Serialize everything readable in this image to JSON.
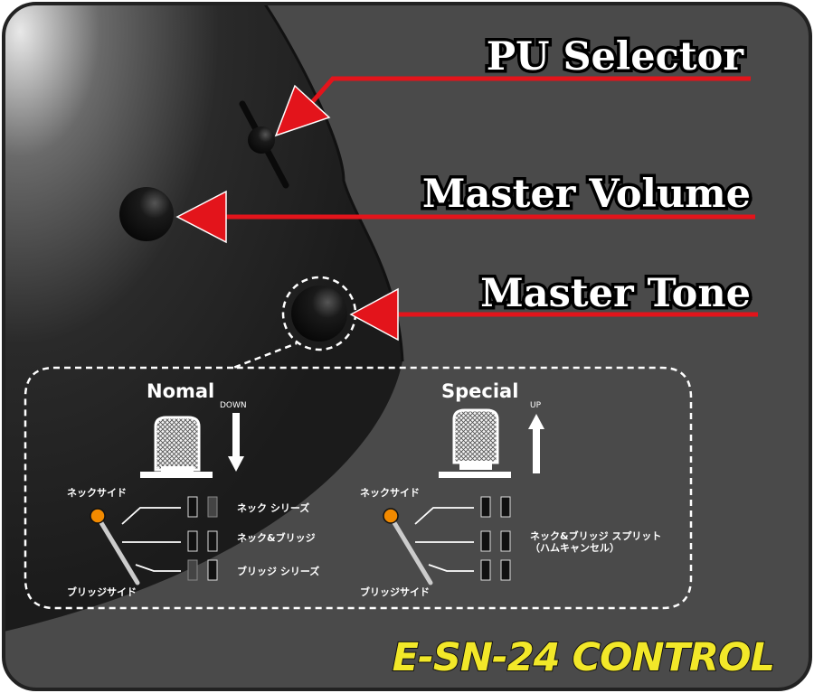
{
  "callouts": {
    "pu_selector": "PU Selector",
    "master_volume": "Master Volume",
    "master_tone": "Master Tone"
  },
  "modes": {
    "normal": {
      "title": "Nomal",
      "direction": "DOWN",
      "neck_side": "ネックサイド",
      "bridge_side": "ブリッジサイド",
      "positions": [
        "ネック シリーズ",
        "ネック&ブリッジ",
        "ブリッジ シリーズ"
      ]
    },
    "special": {
      "title": "Special",
      "direction": "UP",
      "neck_side": "ネックサイド",
      "bridge_side": "ブリッジサイド",
      "positions": [
        "ネック&ブリッジ スプリット",
        "（ハムキャンセル）"
      ]
    }
  },
  "brand": "E-SN-24 CONTROL",
  "colors": {
    "arrow": "#e3141b",
    "brand": "#f2e829",
    "body": "#2a2a2a"
  }
}
